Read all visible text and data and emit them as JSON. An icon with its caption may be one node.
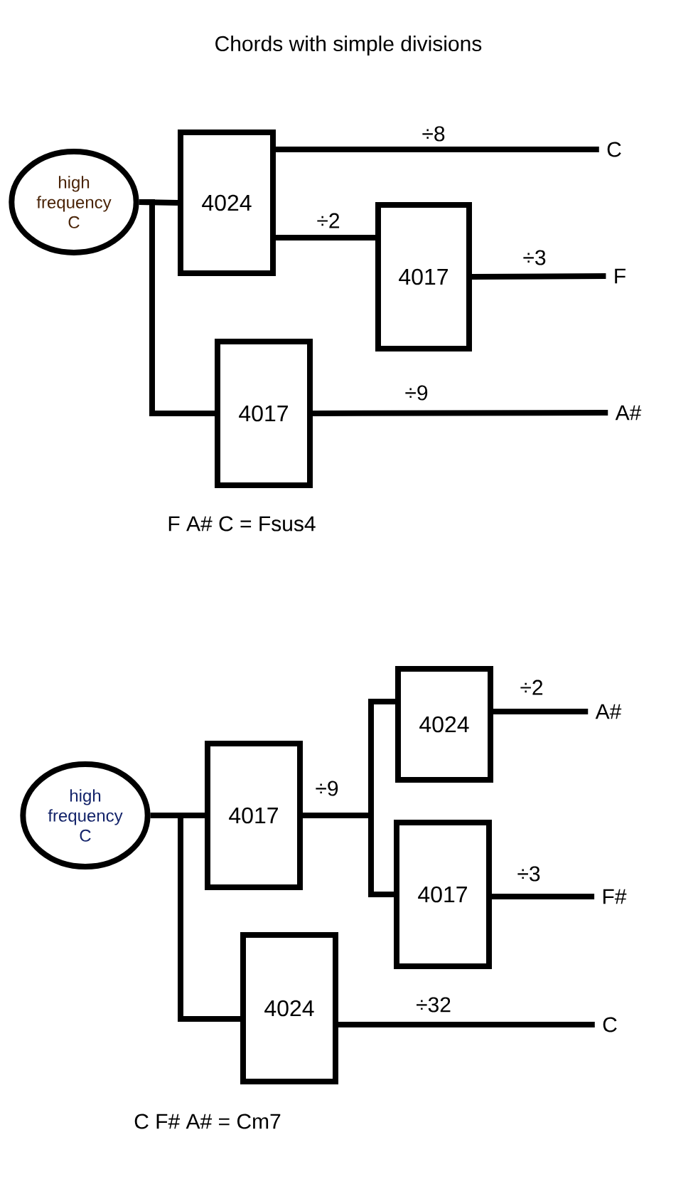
{
  "diagram": {
    "title": "Chords with simple divisions",
    "nodes": [
      {
        "text": [
          "high frequency C"
        ]
      },
      {
        "text": [
          "4024"
        ]
      },
      {
        "text": [
          "4017"
        ]
      },
      {
        "text": [
          "4017"
        ]
      },
      {
        "text": [
          "C"
        ]
      },
      {
        "text": [
          "F"
        ]
      },
      {
        "text": [
          "A#"
        ]
      },
      {
        "text": [
          "high frequency C"
        ]
      },
      {
        "text": [
          "4017"
        ]
      },
      {
        "text": [
          "4024"
        ]
      },
      {
        "text": [
          "4017"
        ]
      },
      {
        "text": [
          "4024"
        ]
      },
      {
        "text": [
          "A#"
        ]
      },
      {
        "text": [
          "F#"
        ]
      },
      {
        "text": [
          "C"
        ]
      }
    ],
    "edges": [
      {
        "from": 0,
        "to": 1,
        "arrow": "none"
      },
      {
        "from": 0,
        "to": 3,
        "arrow": "none"
      },
      {
        "from": 1,
        "to": 4,
        "arrow": "none",
        "label": "÷8"
      },
      {
        "from": 1,
        "to": 2,
        "arrow": "none",
        "label": "÷2"
      },
      {
        "from": 2,
        "to": 5,
        "arrow": "none",
        "label": "÷3"
      },
      {
        "from": 3,
        "to": 6,
        "arrow": "none",
        "label": "÷9"
      },
      {
        "from": 7,
        "to": 8,
        "arrow": "none"
      },
      {
        "from": 7,
        "to": 11,
        "arrow": "none"
      },
      {
        "from": 8,
        "to": 9,
        "arrow": "none",
        "label": "÷9"
      },
      {
        "from": 8,
        "to": 10,
        "arrow": "none"
      },
      {
        "from": 9,
        "to": 12,
        "arrow": "none",
        "label": "÷2"
      },
      {
        "from": 10,
        "to": 13,
        "arrow": "none",
        "label": "÷3"
      },
      {
        "from": 11,
        "to": 14,
        "arrow": "none",
        "label": "÷32"
      }
    ],
    "labels": [
      "F A# C = Fsus4",
      "C F# A# = Cm7"
    ]
  }
}
